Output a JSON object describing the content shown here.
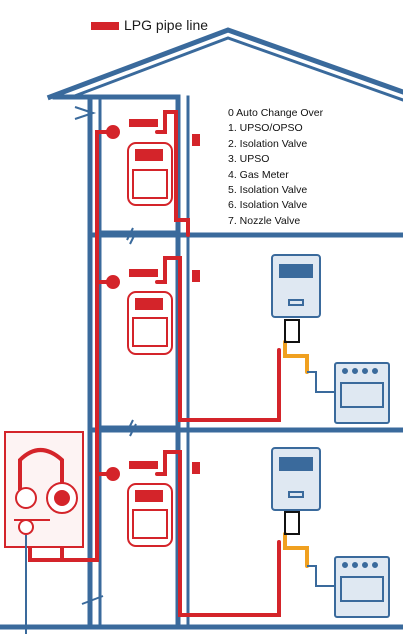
{
  "legend": {
    "label": "LPG pipe line",
    "color": "#d4242a"
  },
  "key_items": [
    "0 Auto Change Over",
    "1. UPSO/OPSO",
    "2. Isolation Valve",
    "3. UPSO",
    "4. Gas Meter",
    "5. Isolation Valve",
    "6. Isolation Valve",
    "7. Nozzle Valve"
  ],
  "colors": {
    "structure": "#3a6a9c",
    "pipe": "#d4242a",
    "flex_hose": "#f0a020",
    "appliance": "#3a6a9c"
  }
}
